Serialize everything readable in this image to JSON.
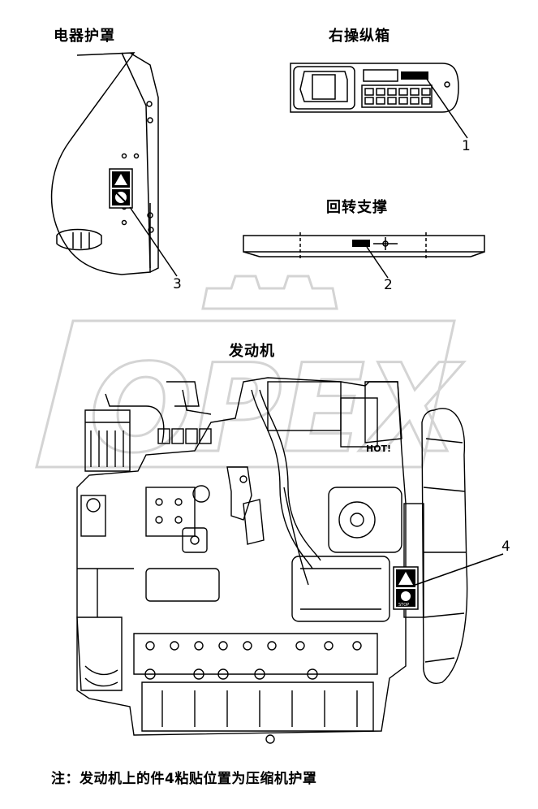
{
  "labels": {
    "electrical_cover": "电器护罩",
    "right_control_box": "右操纵箱",
    "slewing_support": "回转支撑",
    "engine": "发动机"
  },
  "callouts": [
    "1",
    "2",
    "3",
    "4"
  ],
  "note": "注：发动机上的件4粘贴位置为压缩机护罩",
  "decal_texts": {
    "hot": "HOT!",
    "stop": "STOP"
  },
  "watermark": "OPEX",
  "colors": {
    "line": "#000000",
    "watermark": "#d9d9d9"
  }
}
